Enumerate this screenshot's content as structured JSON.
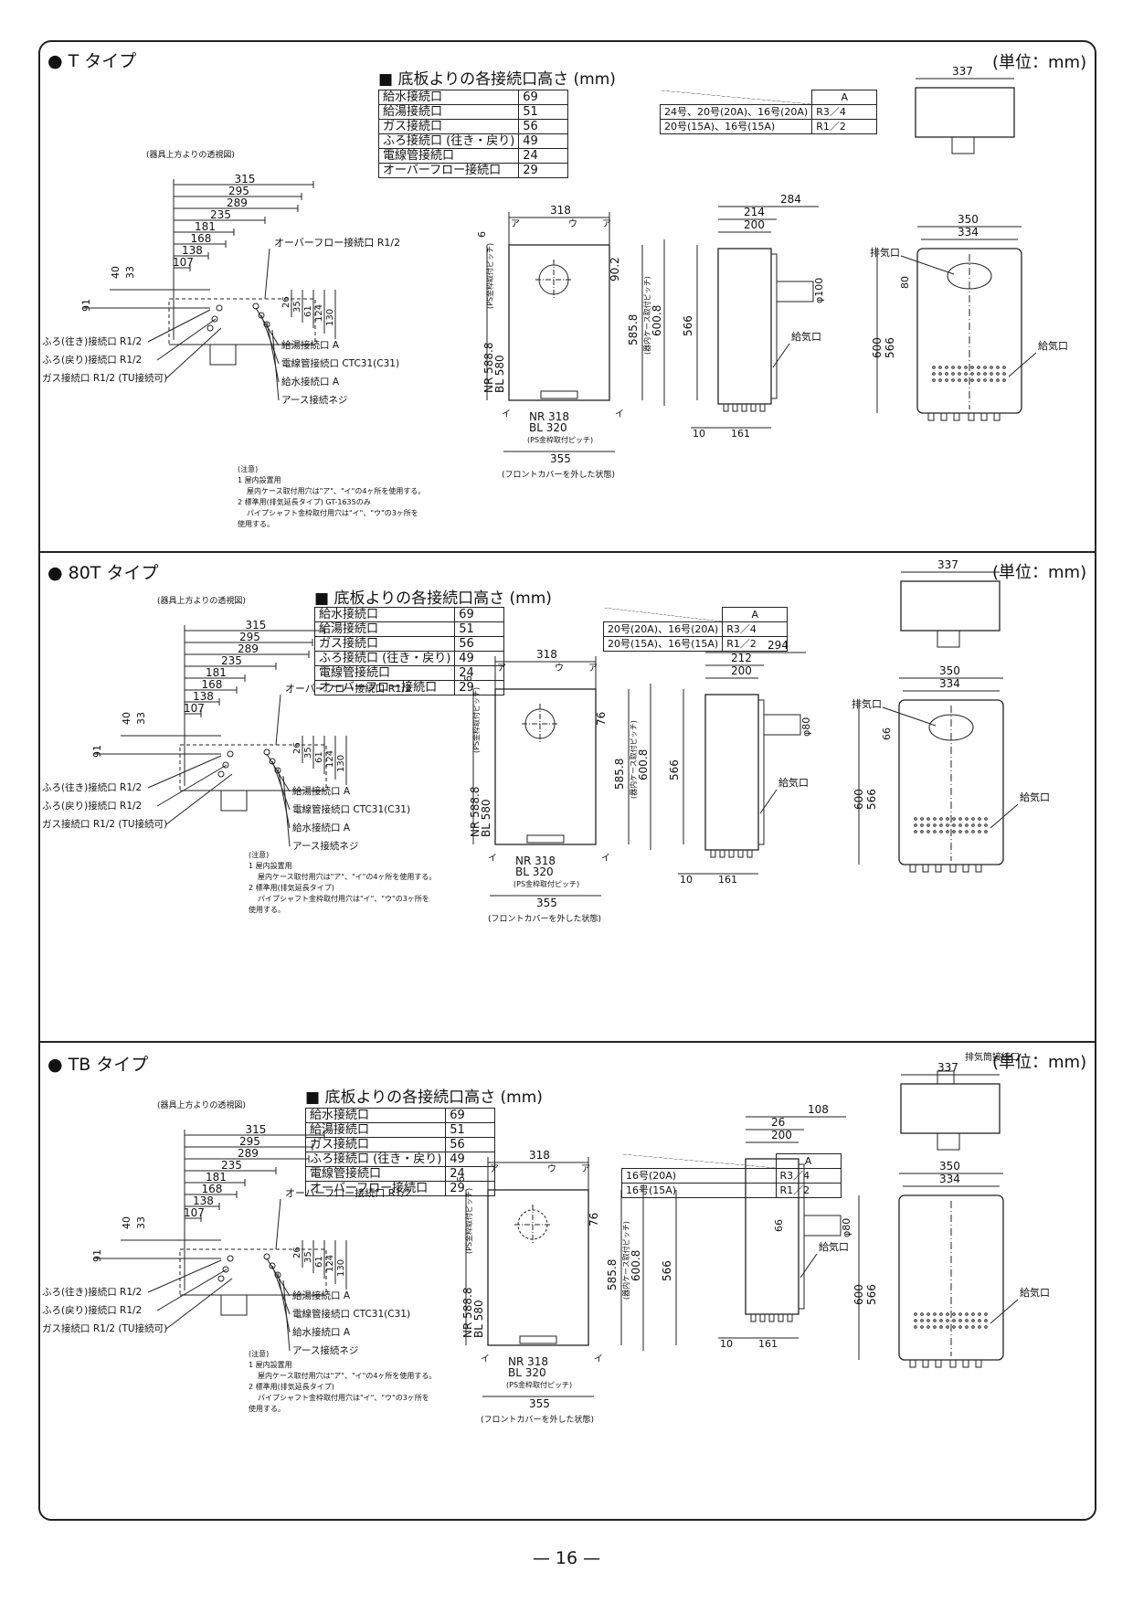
{
  "sections": [
    {
      "title": "● T タイプ",
      "unit": "(単位：mm)",
      "table_title": "■ 底板よりの各接続口高さ (mm)",
      "heights": [
        {
          "label": "給水接続口",
          "value": "69"
        },
        {
          "label": "給湯接続口",
          "value": "51"
        },
        {
          "label": "ガス接続口",
          "value": "56"
        },
        {
          "label": "ふろ接続口 (往き・戻り)",
          "value": "49"
        },
        {
          "label": "電線管接続口",
          "value": "24"
        },
        {
          "label": "オーバーフロー接続口",
          "value": "29"
        }
      ],
      "sizes_header": "A",
      "sizes": [
        {
          "model": "24号、20号(20A)、16号(20A)",
          "a": "R3／4"
        },
        {
          "model": "20号(15A)、16号(15A)",
          "a": "R1／2"
        }
      ],
      "perspective_label": "(器具上方よりの透視図)",
      "dims_left": [
        "315",
        "295",
        "289",
        "235",
        "181",
        "168",
        "138",
        "107"
      ],
      "vdims_left": [
        "40",
        "33",
        "91"
      ],
      "overflow_label": "オーバーフロー接続口 R1/2",
      "right_dims": [
        "26",
        "35",
        "61",
        "124",
        "130"
      ],
      "left_callouts": [
        "ふろ(往き)接続口 R1/2",
        "ふろ(戻り)接続口 R1/2",
        "ガス接続口 R1/2 (TU接続可)"
      ],
      "right_callouts": [
        "給湯接続口 A",
        "電線管接続口 CTC31(C31)",
        "給水接続口 A",
        "アース接続ネジ"
      ],
      "notes": [
        "(注意)",
        "1 屋内設置用",
        "屋内ケース取付用穴は\"ア\"、\"イ\"の4ヶ所を使用する。",
        "2 標準用(排気延長タイプ) GT-1635のみ",
        "パイプシャフト金枠取付用穴は\"イ\"、\"ウ\"の3ヶ所を",
        "使用する。"
      ],
      "front": {
        "w318": "318",
        "six": "6",
        "a": "ア",
        "u": "ウ",
        "i": "イ",
        "d1": "90.2",
        "d2": "585.8",
        "d3": "600.8",
        "d4": "566",
        "sub": "(器内ケース取付ピッチ)",
        "ps": "(PS金枠取付ピッチ)",
        "nr": "NR 588.8",
        "bl": "BL 580",
        "nr2": "NR 318",
        "bl2": "BL 320",
        "ps2": "(PS金枠取付ピッチ)",
        "w355": "355",
        "cap": "(フロントカバーを外した状態)"
      },
      "side": {
        "d1": "284",
        "d2": "214",
        "d3": "200",
        "dia": "φ100",
        "intake": "給気口",
        "d10": "10",
        "d161": "161"
      },
      "top": {
        "w": "337"
      },
      "rear": {
        "w1": "350",
        "w2": "334",
        "exh": "排気口",
        "h1": "80",
        "h2": "600",
        "h3": "566",
        "intake": "給気口"
      }
    },
    {
      "title": "● 80T タイプ",
      "unit": "(単位：mm)",
      "table_title": "■ 底板よりの各接続口高さ (mm)",
      "heights": [
        {
          "label": "給水接続口",
          "value": "69"
        },
        {
          "label": "給湯接続口",
          "value": "51"
        },
        {
          "label": "ガス接続口",
          "value": "56"
        },
        {
          "label": "ふろ接続口 (往き・戻り)",
          "value": "49"
        },
        {
          "label": "電線管接続口",
          "value": "24"
        },
        {
          "label": "オーバーフロー接続口",
          "value": "29"
        }
      ],
      "sizes_header": "A",
      "sizes": [
        {
          "model": "20号(20A)、16号(20A)",
          "a": "R3／4"
        },
        {
          "model": "20号(15A)、16号(15A)",
          "a": "R1／2"
        }
      ],
      "perspective_label": "(器具上方よりの透視図)",
      "dims_left": [
        "315",
        "295",
        "289",
        "235",
        "181",
        "168",
        "138",
        "107"
      ],
      "vdims_left": [
        "40",
        "33",
        "91"
      ],
      "overflow_label": "オーバーフロー接続口 R1/2",
      "right_dims": [
        "26",
        "35",
        "61",
        "124",
        "130"
      ],
      "left_callouts": [
        "ふろ(往き)接続口 R1/2",
        "ふろ(戻り)接続口 R1/2",
        "ガス接続口 R1/2 (TU接続可)"
      ],
      "right_callouts": [
        "給湯接続口 A",
        "電線管接続口 CTC31(C31)",
        "給水接続口 A",
        "アース接続ネジ"
      ],
      "notes": [
        "(注意)",
        "1 屋内設置用",
        "屋内ケース取付用穴は\"ア\"、\"イ\"の4ヶ所を使用する。",
        "2 標準用(排気延長タイプ)",
        "パイプシャフト金枠取付用穴は\"イ\"、\"ウ\"の3ヶ所を",
        "使用する。"
      ],
      "front": {
        "w318": "318",
        "six": "6",
        "a": "ア",
        "u": "ウ",
        "i": "イ",
        "d1": "76",
        "d2": "585.8",
        "d3": "600.8",
        "d4": "566",
        "sub": "(器内ケース取付ピッチ)",
        "ps": "(PS金枠取付ピッチ)",
        "nr": "NR 588.8",
        "bl": "BL 580",
        "nr2": "NR 318",
        "bl2": "BL 320",
        "ps2": "(PS金枠取付ピッチ)",
        "w355": "355",
        "cap": "(フロントカバーを外した状態)"
      },
      "side": {
        "d1": "294",
        "d2": "212",
        "d3": "200",
        "dia": "φ80",
        "intake": "給気口",
        "d10": "10",
        "d161": "161"
      },
      "top": {
        "w": "337"
      },
      "rear": {
        "w1": "350",
        "w2": "334",
        "exh": "排気口",
        "h1": "66",
        "h2": "600",
        "h3": "566",
        "intake": "給気口"
      }
    },
    {
      "title": "● TB タイプ",
      "unit": "(単位：mm)",
      "table_title": "■ 底板よりの各接続口高さ (mm)",
      "heights": [
        {
          "label": "給水接続口",
          "value": "69"
        },
        {
          "label": "給湯接続口",
          "value": "51"
        },
        {
          "label": "ガス接続口",
          "value": "56"
        },
        {
          "label": "ふろ接続口 (往き・戻り)",
          "value": "49"
        },
        {
          "label": "電線管接続口",
          "value": "24"
        },
        {
          "label": "オーバーフロー接続口",
          "value": "29"
        }
      ],
      "sizes_header": "A",
      "sizes": [
        {
          "model": "16号(20A)",
          "a": "R3／4"
        },
        {
          "model": "16号(15A)",
          "a": "R1／2"
        }
      ],
      "perspective_label": "(器具上方よりの透視図)",
      "dims_left": [
        "315",
        "295",
        "289",
        "235",
        "181",
        "168",
        "138",
        "107"
      ],
      "vdims_left": [
        "40",
        "33",
        "91"
      ],
      "overflow_label": "オーバーフロー接続口 R1/2",
      "right_dims": [
        "26",
        "35",
        "61",
        "124",
        "130"
      ],
      "left_callouts": [
        "ふろ(往き)接続口 R1/2",
        "ふろ(戻り)接続口 R1/2",
        "ガス接続口 R1/2 (TU接続可)"
      ],
      "right_callouts": [
        "給湯接続口 A",
        "電線管接続口 CTC31(C31)",
        "給水接続口 A",
        "アース接続ネジ"
      ],
      "notes": [
        "(注意)",
        "1 屋内設置用",
        "屋内ケース取付用穴は\"ア\"、\"イ\"の4ヶ所を使用する。",
        "2 標準用(排気延長タイプ)",
        "パイプシャフト金枠取付用穴は\"イ\"、\"ウ\"の3ヶ所を",
        "使用する。"
      ],
      "front": {
        "w318": "318",
        "six": "6",
        "a": "ア",
        "u": "ウ",
        "i": "イ",
        "d1": "76",
        "d2": "585.8",
        "d3": "600.8",
        "d4": "566",
        "sub": "(器内ケース取付ピッチ)",
        "ps": "(PS金枠取付ピッチ)",
        "nr": "NR 588.8",
        "bl": "BL 580",
        "nr2": "NR 318",
        "bl2": "BL 320",
        "ps2": "(PS金枠取付ピッチ)",
        "w355": "355",
        "cap": "(フロントカバーを外した状態)"
      },
      "side": {
        "d1": "108",
        "d2": "26",
        "d3": "200",
        "d4": "66",
        "dia": "φ80",
        "intake": "給気口",
        "d10": "10",
        "d161": "161"
      },
      "top": {
        "w": "337",
        "exh": "排気筒接続口"
      },
      "rear": {
        "w1": "350",
        "w2": "334",
        "h2": "600",
        "h3": "566",
        "intake": "給気口"
      }
    }
  ],
  "page_number": "— 16 —"
}
